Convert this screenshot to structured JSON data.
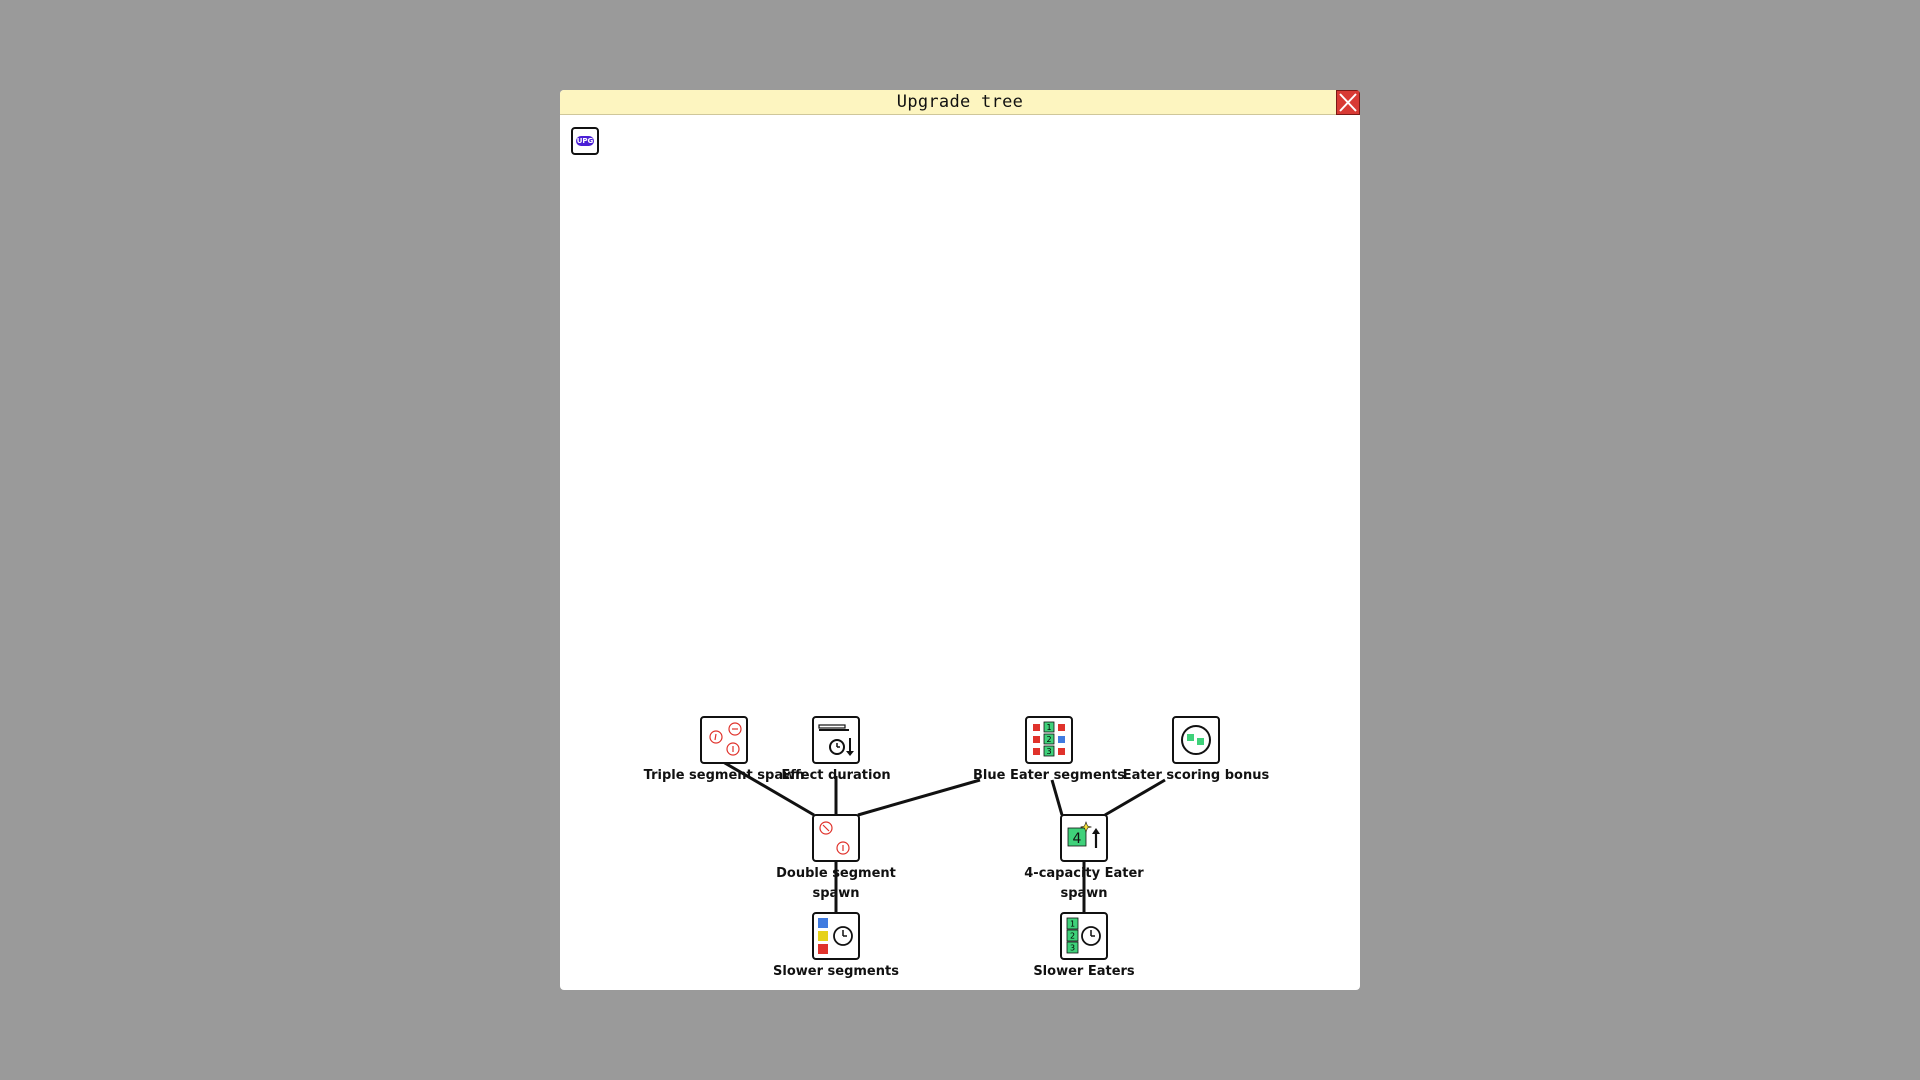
{
  "window": {
    "title": "Upgrade tree",
    "close_icon": "close-icon",
    "upg_button_text": "UPG"
  },
  "nodes": [
    {
      "id": "triple",
      "label": "Triple segment spawn",
      "icon": "triple-segment-spawn-icon"
    },
    {
      "id": "effect",
      "label": "Effect duration",
      "icon": "effect-duration-icon"
    },
    {
      "id": "blue",
      "label": "Blue Eater segments",
      "icon": "blue-eater-segments-icon"
    },
    {
      "id": "scoring",
      "label": "Eater scoring bonus",
      "icon": "eater-scoring-bonus-icon"
    },
    {
      "id": "double",
      "label": "Double segment spawn",
      "icon": "double-segment-spawn-icon"
    },
    {
      "id": "cap4",
      "label": "4-capacity Eater spawn",
      "icon": "capacity-eater-spawn-icon"
    },
    {
      "id": "slowseg",
      "label": "Slower segments",
      "icon": "slower-segments-icon"
    },
    {
      "id": "sloweat",
      "label": "Slower Eaters",
      "icon": "slower-eaters-icon"
    }
  ],
  "node_icon_text": {
    "cap4_number": "4",
    "numbers": [
      "1",
      "2",
      "3"
    ]
  },
  "edges": [
    [
      "double",
      "triple"
    ],
    [
      "double",
      "effect"
    ],
    [
      "double",
      "blue"
    ],
    [
      "double",
      "slowseg"
    ],
    [
      "cap4",
      "blue"
    ],
    [
      "cap4",
      "scoring"
    ],
    [
      "cap4",
      "sloweat"
    ]
  ],
  "colors": {
    "backdrop": "#9a9a9a",
    "titlebar": "#fdf5c0",
    "close": "#d83a34",
    "accent_purple": "#4b1fd6",
    "green": "#3fd17a",
    "red": "#e0322b",
    "blue": "#3f7be0",
    "yellow": "#e6d21a"
  }
}
